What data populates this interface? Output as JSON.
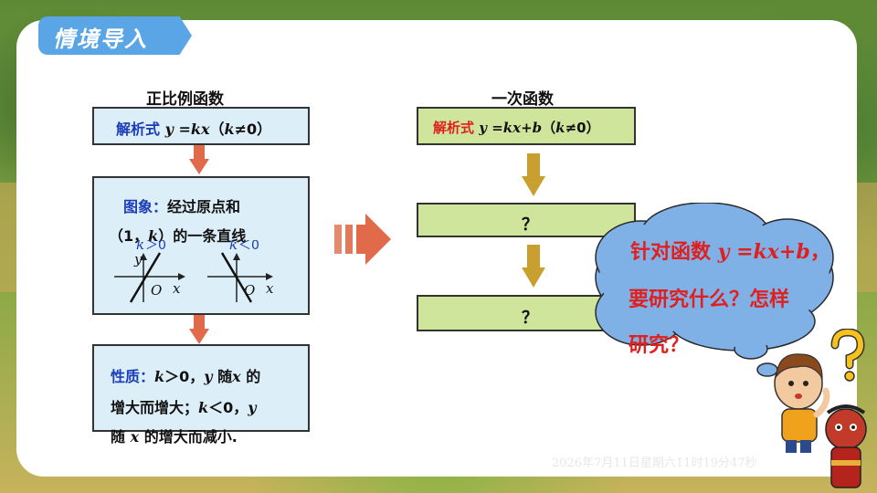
{
  "header": {
    "title": "情境导入"
  },
  "left": {
    "heading": "正比例函数",
    "formula": {
      "label": "解析式",
      "expr": "y =kx",
      "cond_open": "（",
      "cond_var": "k",
      "cond_rest": "≠0）"
    },
    "graph": {
      "label": "图象：",
      "line1": "经过原点和",
      "line2_a": "（1，",
      "line2_k": "k",
      "line2_b": "）的一条直线",
      "pos_k": "k",
      "pos_cmp": "＞0",
      "neg_k": "k",
      "neg_cmp": "＜0",
      "axis_y": "y",
      "axis_x": "x",
      "origin": "O"
    },
    "property": {
      "label": "性质：",
      "l1_k": "k",
      "l1_a": "＞0，",
      "l1_y": "y",
      "l1_b": " 随",
      "l1_x": "x",
      "l1_c": " 的",
      "l2_a": "增大而增大；",
      "l2_k": "k",
      "l2_b": "＜0，",
      "l2_y": "y",
      "l3_a": "随 ",
      "l3_x": "x",
      "l3_b": " 的增大而减小."
    }
  },
  "right": {
    "heading": "一次函数",
    "formula": {
      "label": "解析式",
      "expr": "y =kx+b",
      "cond_open": "（",
      "cond_var": "k",
      "cond_rest": "≠0）"
    },
    "box2": "？",
    "box3": "？"
  },
  "cloud": {
    "line1_a": "针对函数 ",
    "line1_expr": "y =kx+b",
    "line1_b": "，",
    "line2": "要研究什么？怎样",
    "line3": "研究？"
  },
  "footer": {
    "datetime": "2026年7月11日星期六11时19分47秒"
  },
  "colors": {
    "accent_blue": "#5aa5e6",
    "left_box": "#dceef8",
    "right_box": "#cfe59b",
    "arrow_left": "#e06a4a",
    "arrow_right": "#c9a030",
    "cloud": "#7fb0e6",
    "text_red": "#e01f1f",
    "text_blue": "#1b3db8"
  },
  "icons": [
    "right-arrow-icon",
    "down-arrow-icon",
    "thinking-boy-icon",
    "question-mark-icon",
    "cartoon-character-icon",
    "thought-cloud-icon"
  ]
}
